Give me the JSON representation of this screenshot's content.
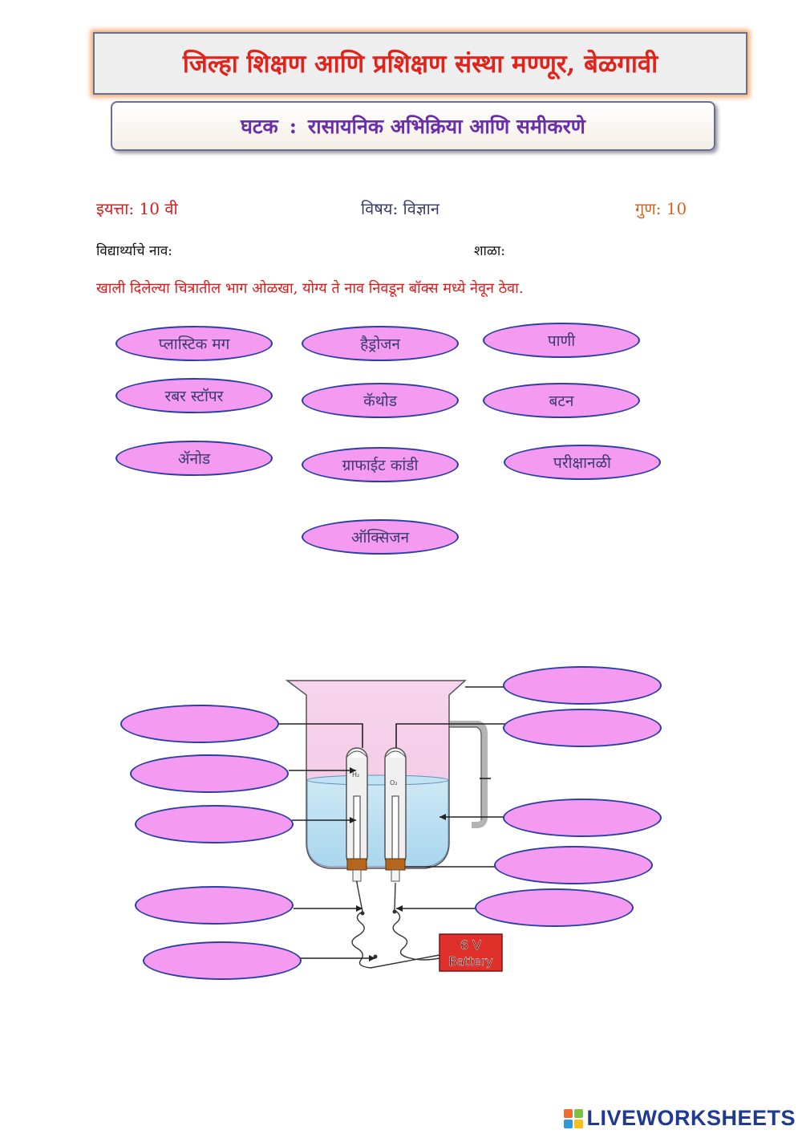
{
  "header": {
    "title": "जिल्हा शिक्षण आणि प्रशिक्षण संस्था मण्णूर, बेळगावी",
    "unit_label": "घटक",
    "unit_sep": ":",
    "unit_title": "रासायनिक अभिक्रिया आणि समीकरणे"
  },
  "info": {
    "class_label": "इयत्ता: 10 वी",
    "subject_label": "विषय: विज्ञान",
    "marks_label": "गुण: 10",
    "student_name_label": "विद्यार्थ्याचे नाव:",
    "school_label": "शाळा:"
  },
  "instruction": "खाली दिलेल्या चित्रातील भाग ओळखा, योग्य ते नाव निवडून बॉक्स मध्ये नेवून ठेवा.",
  "word_bank": [
    "प्लास्टिक मग",
    "हैड्रोजन",
    "पाणी",
    "रबर स्टॉपर",
    "कॅथोड",
    "बटन",
    "ॲनोड",
    "ग्राफाईट कांडी",
    "परीक्षानळी",
    "ऑक्सिजन"
  ],
  "diagram": {
    "battery_voltage": "6 V",
    "battery_label": "Battery",
    "tube_left_text": "H₂",
    "tube_right_text": "O₂"
  },
  "footer": {
    "brand": "LIVEWORKSHEETS",
    "logo_colors": [
      "#f26a2e",
      "#7cc243",
      "#2d9ad6",
      "#f5c01a"
    ]
  }
}
